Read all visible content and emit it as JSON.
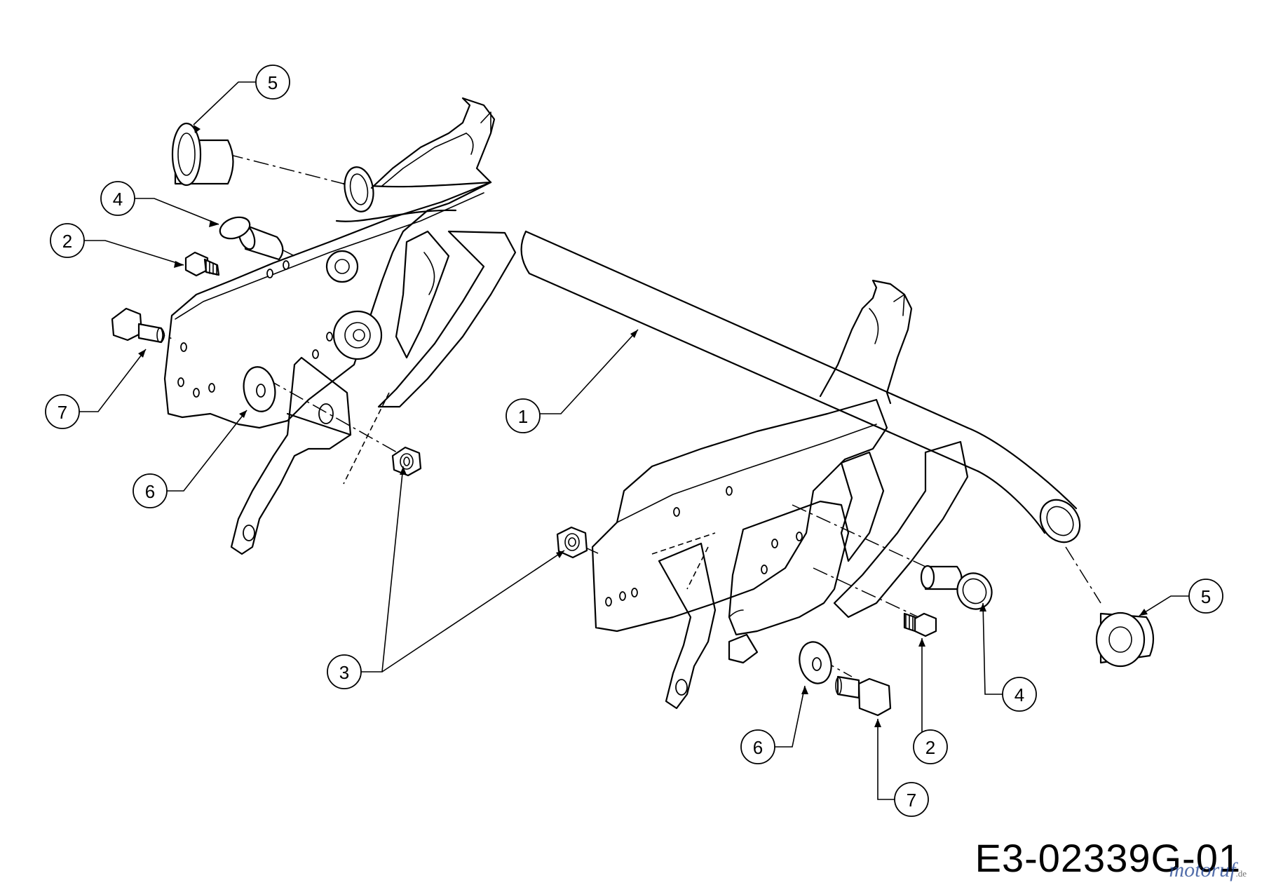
{
  "drawing_number": "E3-02339G-01",
  "watermark": {
    "brand": "motoruf",
    "tld": ".de"
  },
  "callouts": [
    {
      "id": "callout-1",
      "label": "1"
    },
    {
      "id": "callout-2-left",
      "label": "2"
    },
    {
      "id": "callout-2-right",
      "label": "2"
    },
    {
      "id": "callout-3",
      "label": "3"
    },
    {
      "id": "callout-4-left",
      "label": "4"
    },
    {
      "id": "callout-4-right",
      "label": "4"
    },
    {
      "id": "callout-5-left",
      "label": "5"
    },
    {
      "id": "callout-5-right",
      "label": "5"
    },
    {
      "id": "callout-6-left",
      "label": "6"
    },
    {
      "id": "callout-6-right",
      "label": "6"
    },
    {
      "id": "callout-7-left",
      "label": "7"
    },
    {
      "id": "callout-7-right",
      "label": "7"
    }
  ]
}
